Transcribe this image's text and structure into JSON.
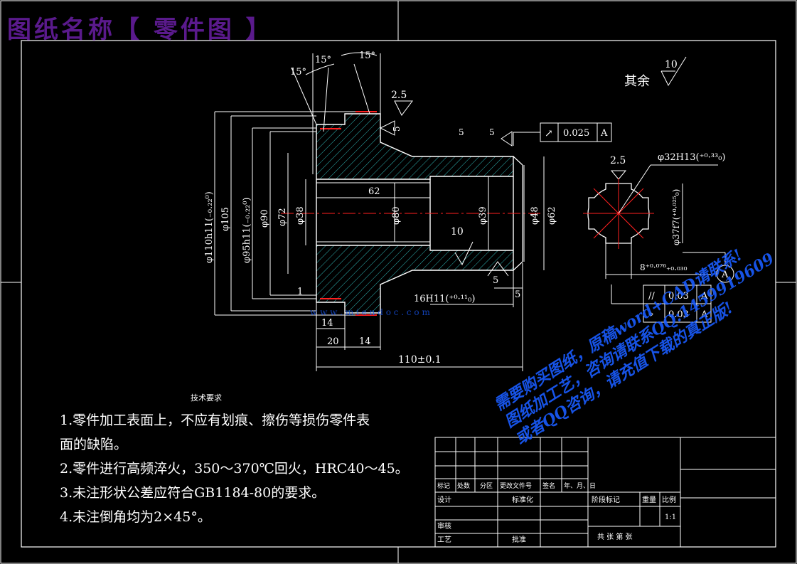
{
  "title_banner": "图纸名称【 零件图 】",
  "roughness": {
    "other_label": "其余",
    "other_value": "10",
    "r25_top": "2.5",
    "r5_top": "5",
    "r5_left": "5",
    "r5_left2": "5",
    "r10_bore": "10",
    "r5_bottom": "5",
    "r25_spline": "2.5"
  },
  "angles": {
    "a1": "15°",
    "a2": "15°",
    "a3": "15°"
  },
  "dims": {
    "d110": "φ110h11(₋₀.₂₂⁰)",
    "d105": "φ105",
    "d95": "φ95h11(₋₀.₂₂⁰)",
    "d90": "φ90",
    "d72": "φ72",
    "d38": "φ38",
    "d80": "φ80",
    "d39": "φ39",
    "d48": "φ48",
    "d62": "φ62",
    "len62": "62",
    "len1": "1",
    "len14a": "14",
    "len20": "20",
    "len14b": "14",
    "len110": "110±0.1",
    "len5": "5",
    "len16": "16H11(⁺⁰·¹¹₀)"
  },
  "tolerance_top": {
    "symbol": "↗",
    "value": "0.025",
    "datum": "A"
  },
  "spline": {
    "d32": "φ32H13(⁺⁰·³³₀)",
    "d37": "φ37f7(⁺⁰·⁰²⁵₀)",
    "w8": "8⁺⁰·⁰⁷⁶₊₀.₀₃₀",
    "datum": "A",
    "tol1": {
      "symbol": "//",
      "value": "0.03",
      "datum": "A"
    },
    "tol2": {
      "symbol": "⌖",
      "value": "0.03",
      "datum": "A"
    }
  },
  "tech": {
    "title": "技术要求",
    "items": [
      "1.零件加工表面上，不应有划痕、擦伤等损伤零件表",
      "面的缺陷。",
      "2.零件进行高频淬火，350～370℃回火，HRC40～45。",
      "3.未注形状公差应符合GB1184-80的要求。",
      "4.未注倒角均为2×45°。"
    ]
  },
  "title_block": {
    "row_headers": [
      "标记",
      "处数",
      "分区",
      "更改文件号",
      "签名",
      "年、月、日"
    ],
    "design": "设计",
    "standard": "标准化",
    "stage": "阶段标记",
    "weight": "重量",
    "scale_label": "比例",
    "scale_value": "1:1",
    "review": "审核",
    "process": "工艺",
    "approve": "批准",
    "sheet": "共  张  第  张"
  },
  "watermark": {
    "site": "w w w . m i e n d o c . c o m",
    "lines": [
      "需要购买图纸，原稿word+CAD请联系!",
      "图纸加工艺，咨询请联系QQ:1459919609",
      "或者QQ咨询，请充值下载的真正版!"
    ]
  },
  "colors": {
    "line": "#ffffff",
    "hatch": "#2fb3b3",
    "center": "#ff2020",
    "banner": "#5a1a8c",
    "watermark": "#1a5cff"
  }
}
